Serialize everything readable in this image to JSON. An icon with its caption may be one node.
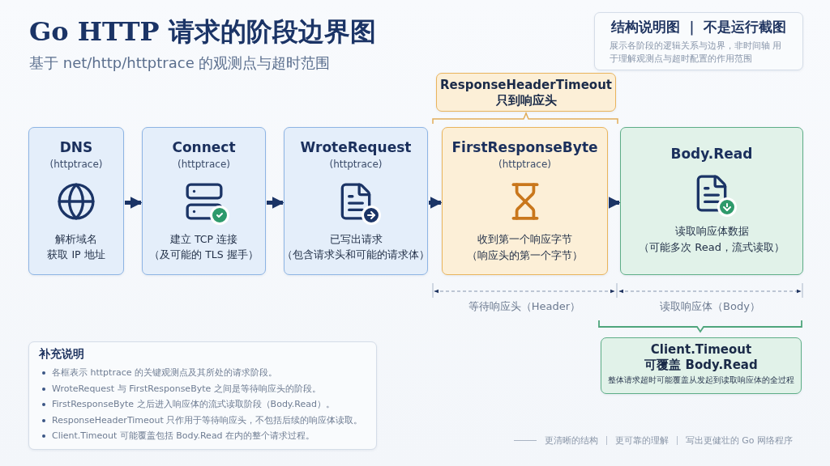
{
  "diagram": {
    "title": "Go HTTP 请求的阶段边界图",
    "nodes": [
      {
        "text": [
          "DNS",
          "(httptrace)",
          "解析域名",
          "获取 IP 地址"
        ]
      },
      {
        "text": [
          "Connect",
          "(httptrace)",
          "建立 TCP 连接",
          "（及可能的 TLS 握手）"
        ]
      },
      {
        "text": [
          "WroteRequest",
          "(httptrace)",
          "已写出请求",
          "（包含请求头和可能的请求体）"
        ]
      },
      {
        "text": [
          "FirstResponseByte",
          "(httptrace)",
          "收到第一个响应字节",
          "（响应头的第一个字节）"
        ]
      },
      {
        "text": [
          "Body.Read",
          "读取响应体数据",
          "（可能多次 Read，流式读取）"
        ]
      },
      {
        "text": [
          "ResponseHeaderTimeout",
          "只到响应头"
        ]
      },
      {
        "text": [
          "Client.Timeout",
          "可覆盖 Body.Read",
          "整体请求超时可能覆盖从发起到读取响应体的全过程"
        ]
      },
      {
        "text": [
          "结构说明图 ｜ 不是运行截图",
          "展示各阶段的逻辑关系与边界，非时间轴 用于理解观测点与超时配置的作用范围"
        ]
      },
      {
        "text": [
          "补充说明",
          "各框表示 httptrace 的关键观测点及其所处的请求阶段。",
          "WroteRequest 与 FirstResponseByte 之间是等待响应头的阶段。",
          "FirstResponseByte 之后进入响应体的流式读取阶段（Body.Read）。",
          "ResponseHeaderTimeout 只作用于等待响应头，不包括后续的响应体读取。",
          "Client.Timeout 可能覆盖包括 Body.Read 在内的整个请求过程。"
        ]
      }
    ],
    "edges": [
      {
        "from": 0,
        "to": 1,
        "arrow": "to"
      },
      {
        "from": 1,
        "to": 2,
        "arrow": "to"
      },
      {
        "from": 2,
        "to": 3,
        "arrow": "to"
      },
      {
        "from": 3,
        "to": 4,
        "arrow": "to"
      }
    ],
    "labels": [
      "基于 net/http/httptrace 的观测点与超时范围",
      "等待响应头（Header）",
      "读取响应体（Body）",
      "更清晰的结构",
      "更可靠的理解",
      "写出更健壮的 Go 网络程序"
    ]
  }
}
